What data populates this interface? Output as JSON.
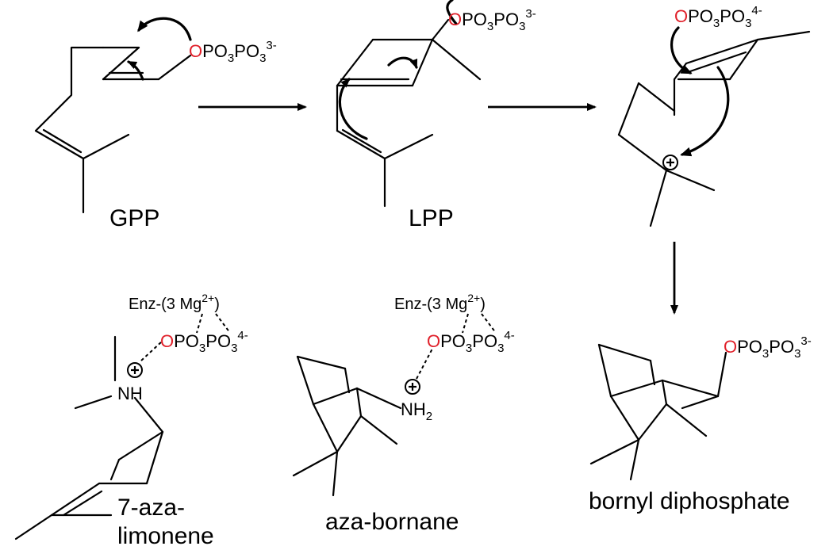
{
  "labels": {
    "gpp": "GPP",
    "lpp": "LPP",
    "bornyl": "bornyl diphosphate",
    "aza_bornane": "aza-bornane",
    "aza_limonene_1": "7-aza-",
    "aza_limonene_2": "limonene"
  },
  "atoms": {
    "oxygen": "O",
    "po3": "PO",
    "sub3": "3",
    "charge_3minus": "3-",
    "charge_4minus": "4-",
    "nh": "NH",
    "nh2": "NH",
    "sub2": "2",
    "enz": "Enz-(3 Mg",
    "mg_charge": "2+",
    "close_paren": ")"
  },
  "colors": {
    "oxygen": "#e0202a",
    "ink": "#000000"
  }
}
